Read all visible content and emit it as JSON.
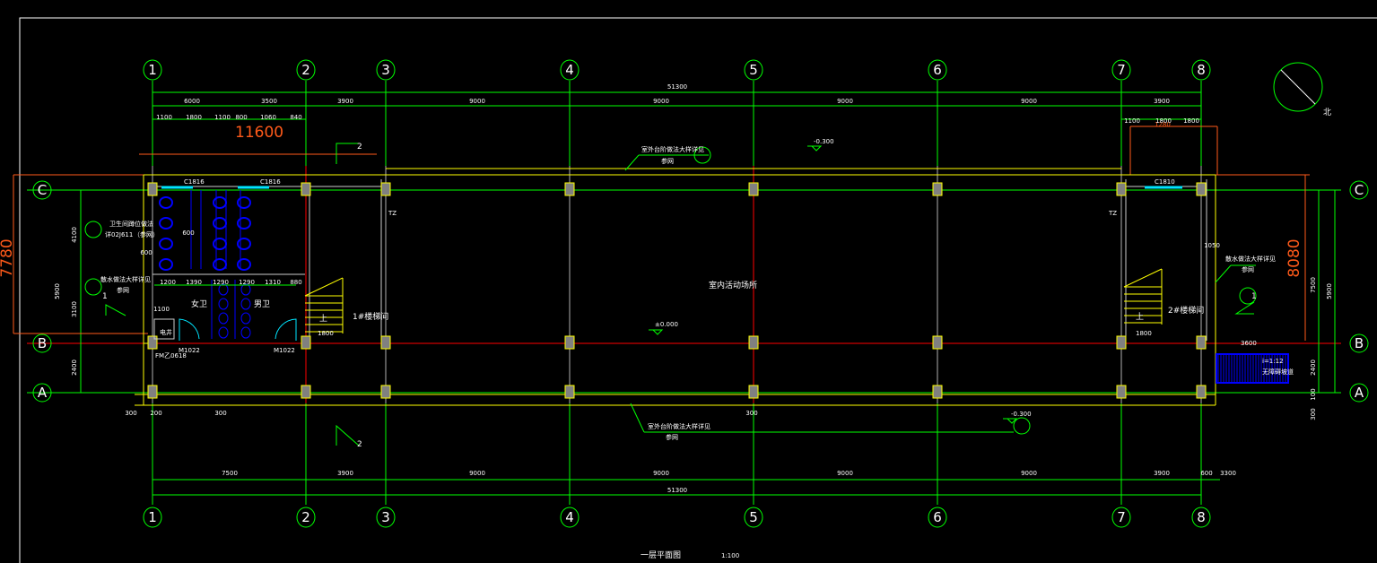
{
  "drawing": {
    "title": "一层平面图",
    "scale": "1:100",
    "north_label": "北",
    "colors": {
      "grid": "#00ff00",
      "wall": "#ffff00",
      "axis": "#ff0000",
      "dim": "#ff5a1a",
      "fixture": "#0000ff",
      "window": "#00e5ff",
      "column": "#808080",
      "text": "#ffffff"
    }
  },
  "axes": {
    "columns": [
      "1",
      "2",
      "3",
      "4",
      "5",
      "6",
      "7",
      "8"
    ],
    "rows": [
      "C",
      "B",
      "A"
    ]
  },
  "dimensions": {
    "top_total": "51300",
    "top_main": [
      "6000",
      "3500",
      "3900",
      "9000",
      "9000",
      "9000",
      "9000",
      "3900"
    ],
    "top_detail_left": [
      "1100",
      "1800",
      "1100",
      "800",
      "1060",
      "840"
    ],
    "top_detail_right": [
      "1100",
      "1800",
      "1800"
    ],
    "bottom_main": [
      "7500",
      "3900",
      "9000",
      "9000",
      "9000",
      "9000",
      "3900",
      "600",
      "3300"
    ],
    "bottom_total": "51300",
    "bottom_small": [
      "300",
      "200",
      "300",
      "300"
    ],
    "left_side": [
      "4100",
      "3100",
      "2400",
      "5900"
    ],
    "right_side": [
      "7500",
      "5900",
      "2400",
      "100",
      "300"
    ],
    "overall_left": "11600",
    "overall_height_left": "7780",
    "overall_height_right": "8080",
    "toilet": [
      "1200",
      "1390",
      "1290",
      "1290",
      "1310",
      "880"
    ],
    "stair1_width": "1800",
    "stair2_width": "1800",
    "ramp_width": "3600",
    "right_top_dim": "1280",
    "misc": [
      "600",
      "1100",
      "1050",
      "600"
    ]
  },
  "labels": {
    "main_room": "室内活动场所",
    "stair1": "1#楼梯间",
    "stair2": "2#楼梯间",
    "women": "女卫",
    "men": "男卫",
    "door1": "M1022",
    "door2": "M1022",
    "window1": "C1816",
    "window2": "C1816",
    "window3": "C1810",
    "shaft": "电井",
    "shaft_door": "FM乙0618",
    "up1": "上",
    "up2": "上",
    "elev_top": "-0.300",
    "elev_floor": "±0.000",
    "elev_bottom": "-0.300",
    "ramp": "无障碍坡道",
    "ramp_slope": "i=1:12",
    "callout_toilet": "卫生间蹲位做法",
    "callout_toilet_ref": "详02J611",
    "callout_toilet_note": "（参网）",
    "callout_apron": "散水做法大样详见",
    "callout_apron_note": "参网",
    "callout_apron_right": "散水做法大样详见",
    "callout_apron_right_note": "参网",
    "callout_step_top": "室外台阶做法大样详见",
    "callout_step_top_note": "参网",
    "callout_step_bottom": "室外台阶做法大样详见",
    "callout_step_bottom_note": "参网",
    "section_top": "2",
    "section_bottom": "2",
    "section_right": "1",
    "section_left": "1",
    "tz": "TZ"
  }
}
